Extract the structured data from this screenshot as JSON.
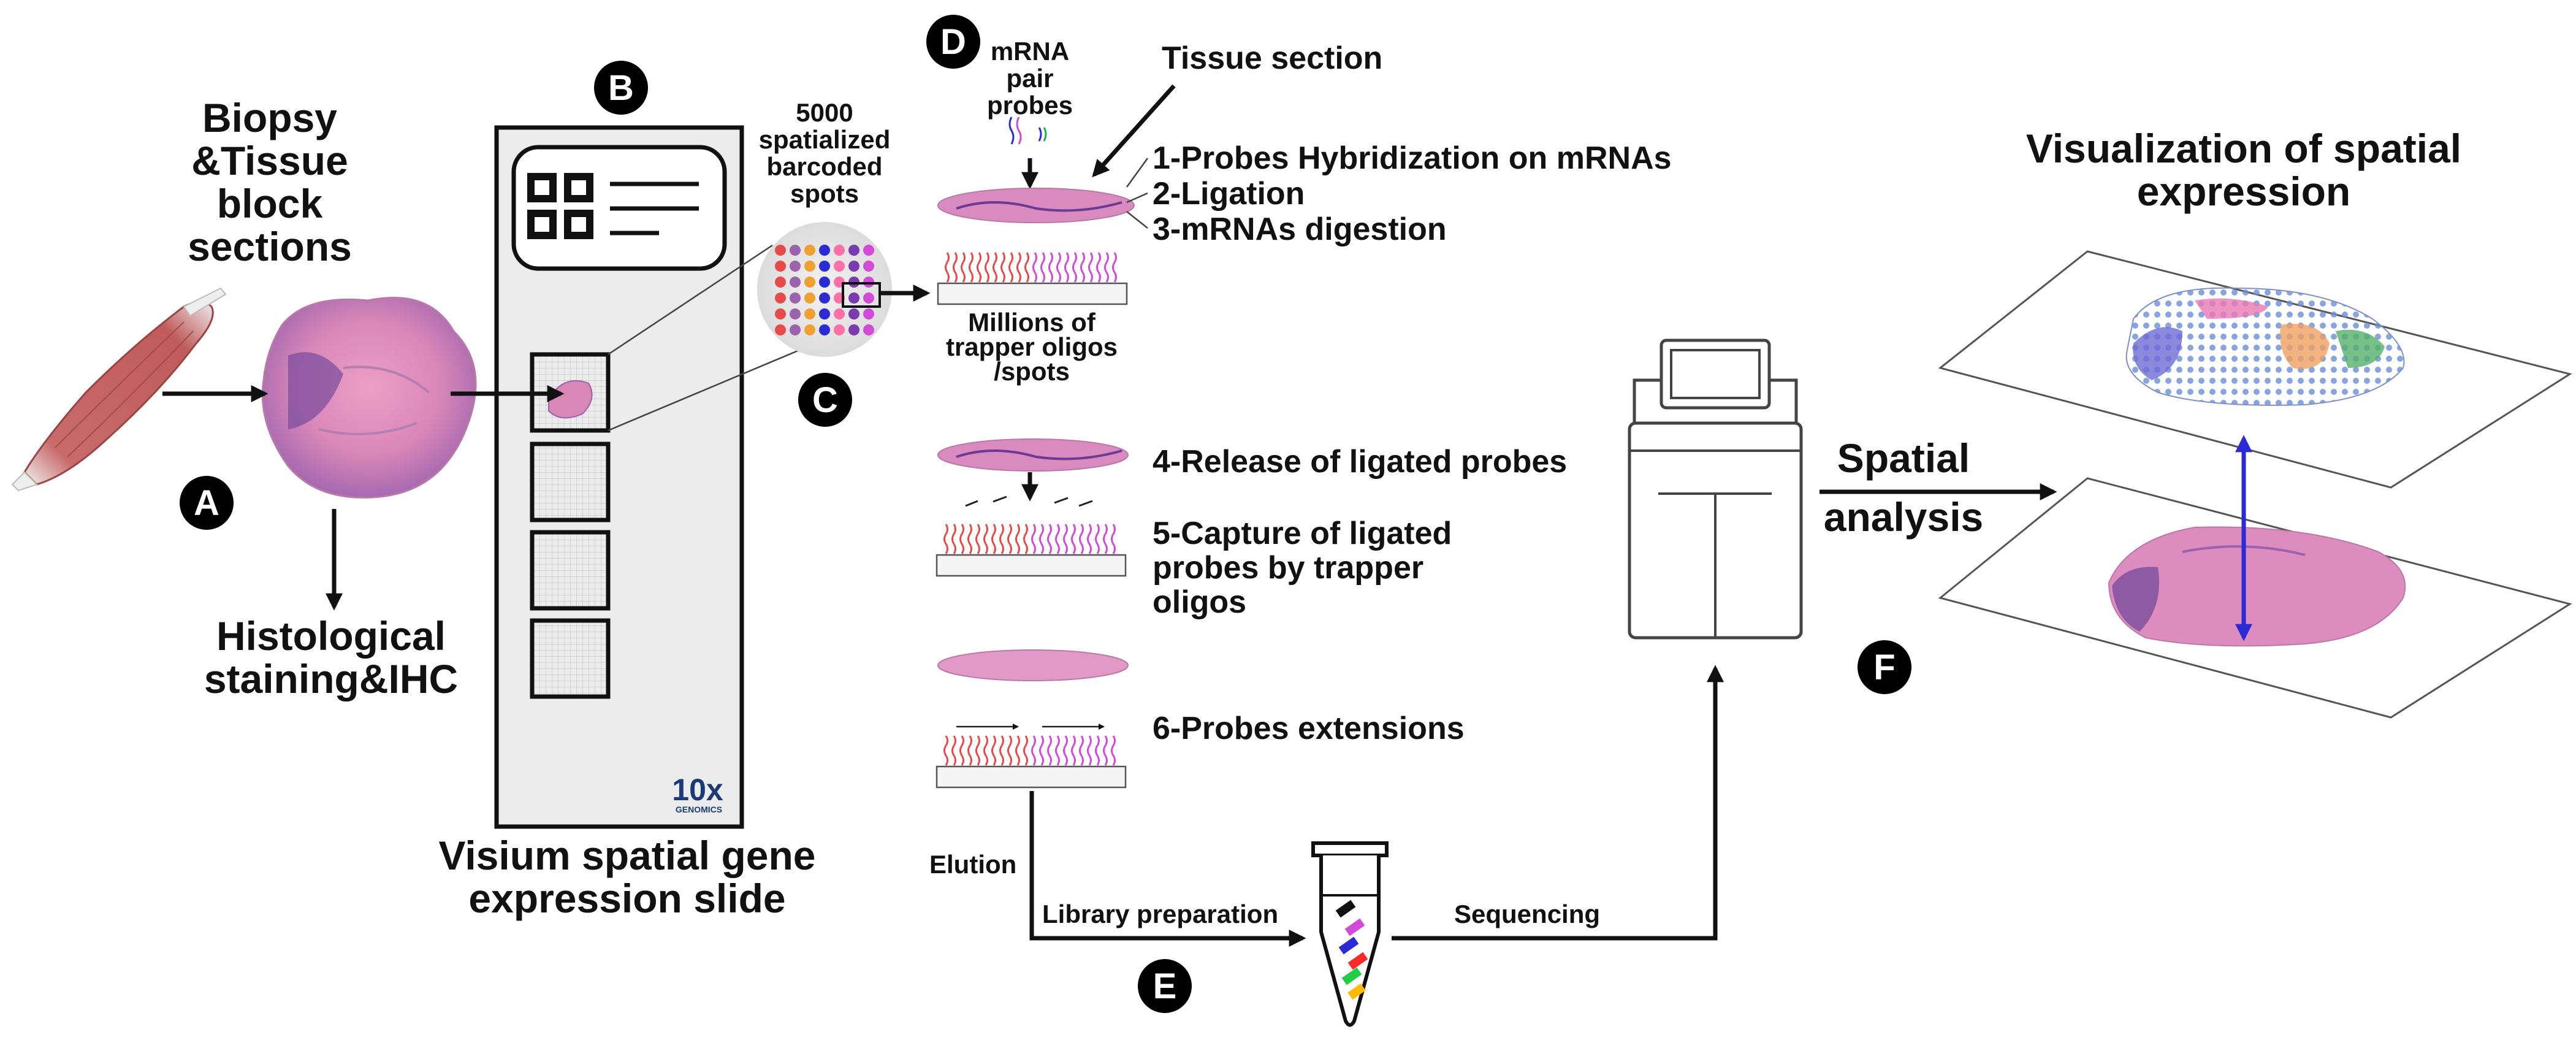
{
  "labels": {
    "biopsy_1": "Biopsy",
    "biopsy_2": "&Tissue",
    "biopsy_3": "block",
    "biopsy_4": "sections",
    "histo_1": "Histological",
    "histo_2": "staining&IHC",
    "slide_1": "Visium spatial gene",
    "slide_2": "expression slide",
    "spots_1": "5000",
    "spots_2": "spatialized",
    "spots_3": "barcoded",
    "spots_4": "spots",
    "mrna_1": "mRNA",
    "mrna_2": "pair",
    "mrna_3": "probes",
    "tissue_section": "Tissue section",
    "step1": "1-Probes Hybridization on mRNAs",
    "step2": "2-Ligation",
    "step3": "3-mRNAs digestion",
    "trapper_1": "Millions of",
    "trapper_2": "trapper oligos",
    "trapper_3": "/spots",
    "step4": "4-Release of ligated probes",
    "step5_1": "5-Capture of ligated",
    "step5_2": "probes by trapper",
    "step5_3": "oligos",
    "step6": "6-Probes extensions",
    "elution": "Elution",
    "library_prep": "Library preparation",
    "sequencing": "Sequencing",
    "spatial_1": "Spatial",
    "spatial_2": "analysis",
    "vis_1": "Visualization of spatial",
    "vis_2": "expression",
    "logo_1": "10x",
    "logo_2": "GENOMICS"
  },
  "markers": {
    "a": "A",
    "b": "B",
    "c": "C",
    "d": "D",
    "e": "E",
    "f": "F"
  },
  "colors": {
    "muscle": "#c86a6a",
    "tissue_pink": "#e79ac2",
    "tissue_purple": "#8a5aa6",
    "oligo_red": "#e84a4a",
    "oligo_magenta": "#d24bd8",
    "vertical_arrow": "#2a2ad6",
    "slide_fill": "#ececec"
  }
}
